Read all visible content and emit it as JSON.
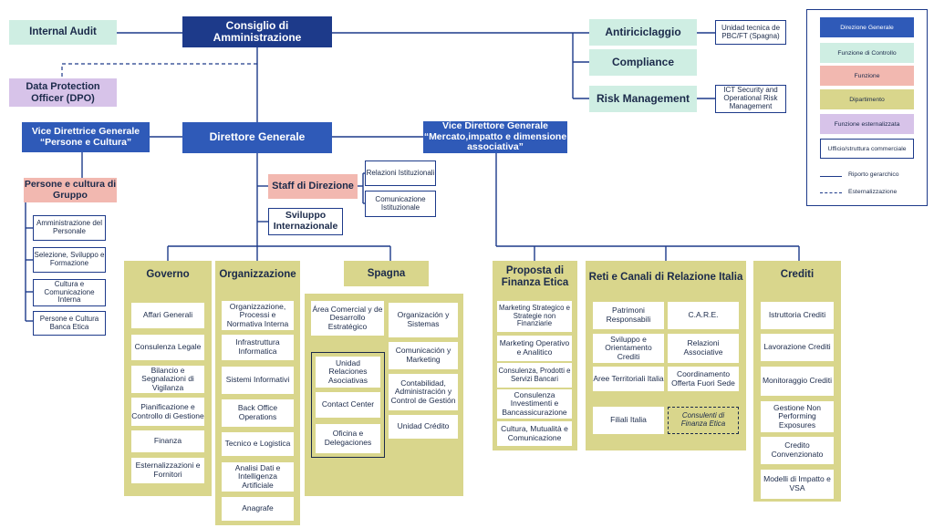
{
  "top": {
    "internal_audit": "Internal Audit",
    "cda": "Consiglio di Amministrazione",
    "dpo": "Data Protection Officer (DPO)",
    "antiriciclaggio": "Antiriciclaggio",
    "unidad_tecnica": "Unidad tecnica de PBC/FT (Spagna)",
    "compliance": "Compliance",
    "risk_management": "Risk Management",
    "ict_security": "ICT Security and Operational Risk Management"
  },
  "second": {
    "vice_dir_persone": "Vice Direttrice Generale “Persone e Cultura”",
    "direttore_generale": "Direttore Generale",
    "vice_dir_mercato": "Vice Direttore Generale “Mercato,impatto e dimensione associativa”"
  },
  "persone": {
    "title": "Persone e cultura di Gruppo",
    "items": [
      "Amministrazione del Personale",
      "Selezione, Sviluppo e Formazione",
      "Cultura e Comunicazione Interna",
      "Persone e Cultura Banca Etica"
    ]
  },
  "staff": {
    "title": "Staff di Direzione",
    "relazioni": "Relazioni Istituzionali",
    "comunicazione": "Comunicazione Istituzionale",
    "sviluppo_int": "Sviluppo Internazionale"
  },
  "governo": {
    "title": "Governo",
    "items": [
      "Affari Generali",
      "Consulenza Legale",
      "Bilancio e Segnalazioni di Vigilanza",
      "Pianificazione e Controllo di Gestione",
      "Finanza",
      "Esternalizzazioni e Fornitori"
    ]
  },
  "organizzazione": {
    "title": "Organizzazione",
    "items": [
      "Organizzazione, Processi e Normativa Interna",
      "Infrastruttura Informatica",
      "Sistemi Informativi",
      "Back Office Operations",
      "Tecnico e Logistica",
      "Analisi Dati e Intelligenza Artificiale",
      "Anagrafe"
    ]
  },
  "spagna": {
    "title": "Spagna",
    "area_comercial": "Área Comercial y de Desarrollo Estratégico",
    "unidad_relaciones": "Unidad Relaciones Asociativas",
    "contact_center": "Contact Center",
    "oficina": "Oficina e Delegaciones",
    "organizacion": "Organización y Sistemas",
    "comunicacion": "Comunicación y Marketing",
    "contabilidad": "Contabilidad, Administración y Control de Gestión",
    "unidad_credito": "Unidad Crédito"
  },
  "proposta": {
    "title": "Proposta di Finanza Etica",
    "items": [
      "Marketing Strategico e Strategie non Finanziarie",
      "Marketing Operativo e Analitico",
      "Consulenza, Prodotti e Servizi Bancari",
      "Consulenza Investimenti e Bancassicurazione",
      "Cultura, Mutualità e Comunicazione"
    ]
  },
  "reti": {
    "title": "Reti e Canali di Relazione Italia",
    "patrimoni": "Patrimoni Responsabili",
    "care": "C.A.R.E.",
    "sviluppo": "Sviluppo e Orientamento Crediti",
    "relazioni": "Relazioni Associative",
    "aree": "Aree Territoriali Italia",
    "coordinamento": "Coordinamento Offerta Fuori Sede",
    "filiali": "Filiali Italia",
    "consulenti": "Consulenti di Finanza Etica"
  },
  "crediti": {
    "title": "Crediti",
    "items": [
      "Istruttoria Crediti",
      "Lavorazione Crediti",
      "Monitoraggio Crediti",
      "Gestione Non Performing Exposures",
      "Credito Convenzionato",
      "Modelli di Impatto e VSA"
    ]
  },
  "legend": {
    "direzione": "Direzione Generale",
    "controllo": "Funzione di Controllo",
    "funzione": "Funzione",
    "dipartimento": "Dipartimento",
    "esternalizzata": "Funzione esternalizzata",
    "ufficio": "Ufficio/struttura commerciale",
    "riporto": "Riporto gerarchico",
    "esternalizzazione": "Esternalizzazione"
  },
  "colors": {
    "direzione": "#2f5ab8",
    "controllo": "#cfeee3",
    "funzione": "#f2b8b0",
    "dipartimento": "#d9d68c",
    "esternalizzata": "#d7c3e9",
    "line": "#1d3a8a"
  }
}
